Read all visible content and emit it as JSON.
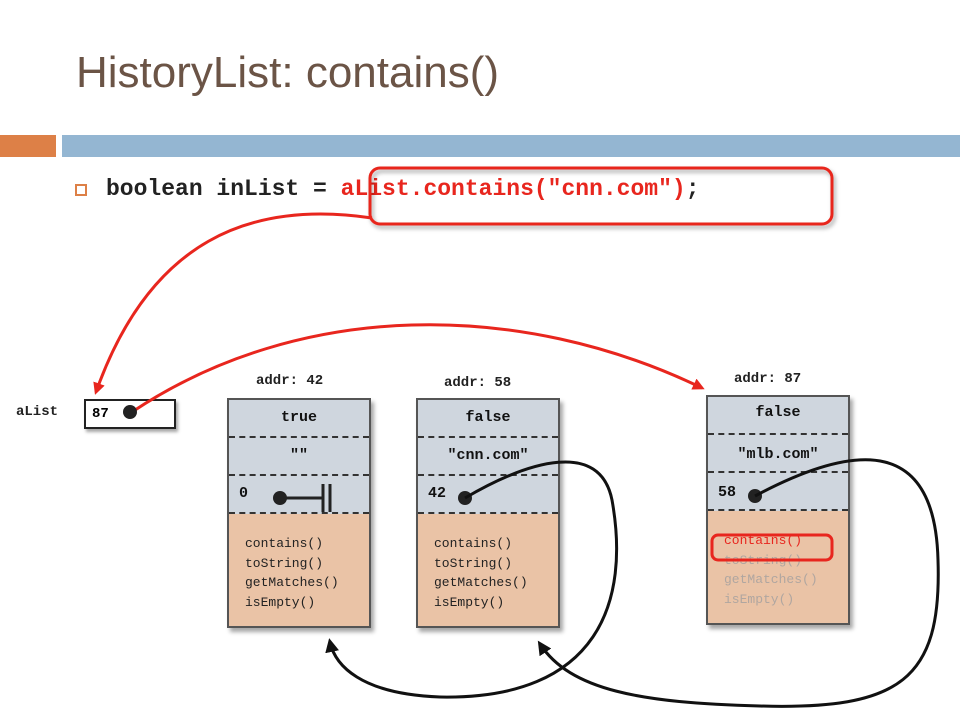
{
  "slide": {
    "title": "HistoryList: contains()"
  },
  "code": {
    "prefix": "boolean inList = ",
    "highlight": "aList.contains(\"cnn.com\")",
    "suffix": ";"
  },
  "variable": {
    "name": "aList",
    "value": "87"
  },
  "nodes": [
    {
      "addr_label": "addr: 42",
      "cells": [
        "true",
        "\"\"",
        "0"
      ],
      "methods": [
        "contains()",
        "toString()",
        "getMatches()",
        "isEmpty()"
      ]
    },
    {
      "addr_label": "addr: 58",
      "cells": [
        "false",
        "\"cnn.com\"",
        "42"
      ],
      "methods": [
        "contains()",
        "toString()",
        "getMatches()",
        "isEmpty()"
      ]
    },
    {
      "addr_label": "addr: 87",
      "cells": [
        "false",
        "\"mlb.com\"",
        "58"
      ],
      "methods": [
        "contains()",
        "toString()",
        "getMatches()",
        "isEmpty()"
      ]
    }
  ],
  "colors": {
    "accent_orange": "#dd8047",
    "accent_blue": "#94b6d2",
    "highlight_red": "#e8261e",
    "title": "#6b5446",
    "field_fill": "#cfd6de",
    "method_fill": "#eac3a6"
  }
}
